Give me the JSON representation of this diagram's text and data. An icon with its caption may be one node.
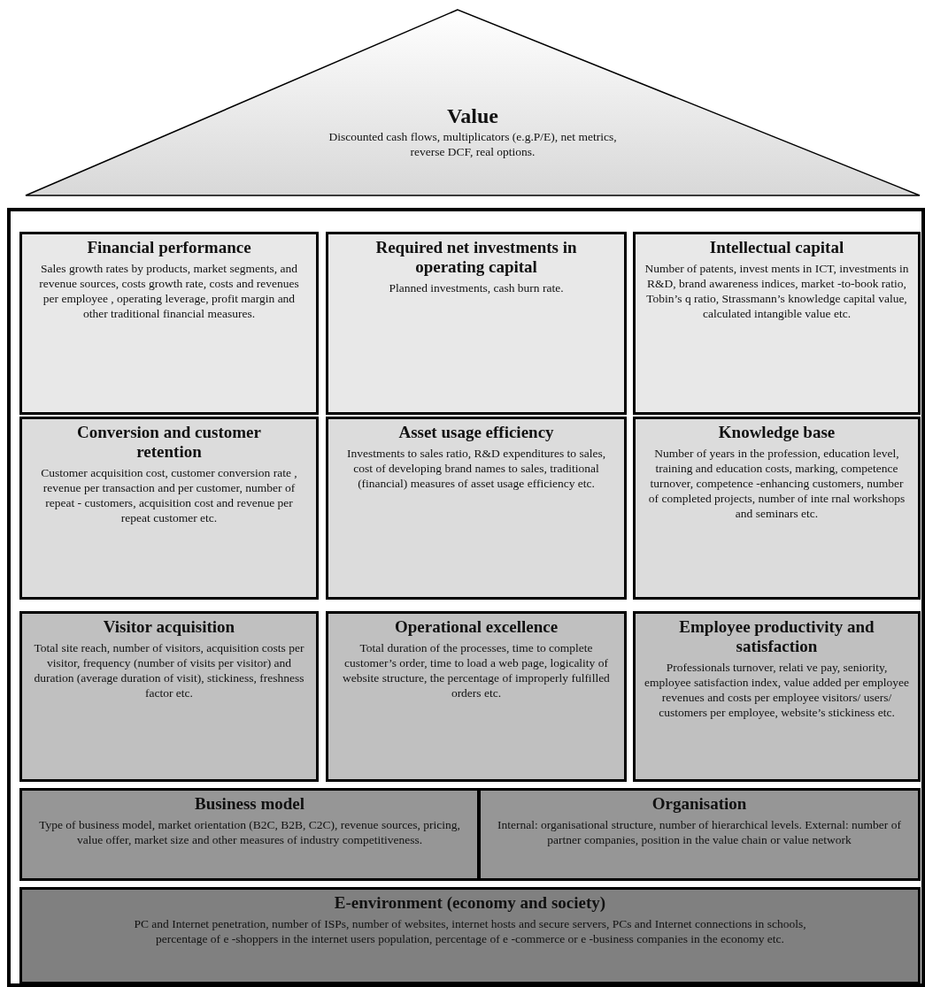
{
  "diagram": {
    "nodes": [
      {
        "text": [
          "Value",
          "Discounted cash flows, multiplicators (e.g.P/E), net metrics, reverse DCF, real options."
        ]
      },
      {
        "text": [],
        "shape": "box"
      },
      {
        "text": [
          "Financial performance",
          "Sales growth rates by products, market segments, and revenue sources, costs growth rate, costs and revenues per employee , operating leverage, profit margin and other traditional financial measures."
        ],
        "in": 1
      },
      {
        "text": [
          "Required net investments in operating capital",
          "Planned investments, cash burn rate."
        ],
        "in": 1
      },
      {
        "text": [
          "Intellectual capital",
          "Number of patents, invest ments in ICT, investments in R&D, brand awareness indices, market -to-book ratio, Tobin’s q ratio, Strassmann’s knowledge capital value, calculated intangible value etc."
        ],
        "in": 1
      },
      {
        "text": [
          "Conversion and customer retention",
          "Customer acquisition cost, customer conversion rate , revenue per transaction and per customer, number of repeat - customers, acquisition cost and revenue per repeat customer etc."
        ],
        "in": 1
      },
      {
        "text": [
          "Asset usage efficiency",
          "Investments to sales ratio, R&D expenditures to sales, cost of developing brand names to sales, traditional (financial) measures of asset usage efficiency etc."
        ],
        "in": 1
      },
      {
        "text": [
          "Knowledge base",
          "Number of years in the profession, education level, training and education costs, marking, competence turnover, competence -enhancing customers, number of completed projects, number of inte rnal workshops and seminars etc."
        ],
        "in": 1
      },
      {
        "text": [
          "Visitor acquisition",
          "Total site reach, number of visitors, acquisition costs per visitor, frequency (number of visits per visitor) and duration (average duration of visit), stickiness, freshness factor etc."
        ],
        "in": 1
      },
      {
        "text": [
          "Operational excellence",
          "Total duration of the processes, time to complete customer’s order, time to load a web page, logicality of website structure, the percentage of improperly fulfilled orders etc."
        ],
        "in": 1
      },
      {
        "text": [
          "Employee productivity and satisfaction",
          "Professionals turnover, relati ve pay, seniority, employee satisfaction index, value added per employee revenues and costs per employee visitors/ users/ customers per employee, website’s stickiness etc."
        ],
        "in": 1
      },
      {
        "text": [
          "Business model",
          "Type of business model, market orientation (B2C, B2B, C2C), revenue sources, pricing, value offer, market size and other measures of industry competitiveness."
        ],
        "in": 1
      },
      {
        "text": [
          "Organisation",
          "Internal: organisational structure, number of hierarchical levels. External: number of partner companies, position in the value chain or value network"
        ],
        "in": 1
      },
      {
        "text": [
          "E-environment (economy and society)",
          "PC and Internet penetration, number of ISPs, number of websites, internet hosts and secure servers, PCs and Internet connections in schools, percentage of e -shoppers in the internet users population, percentage of e -commerce or e -business companies in the economy etc."
        ],
        "in": 1
      }
    ]
  }
}
